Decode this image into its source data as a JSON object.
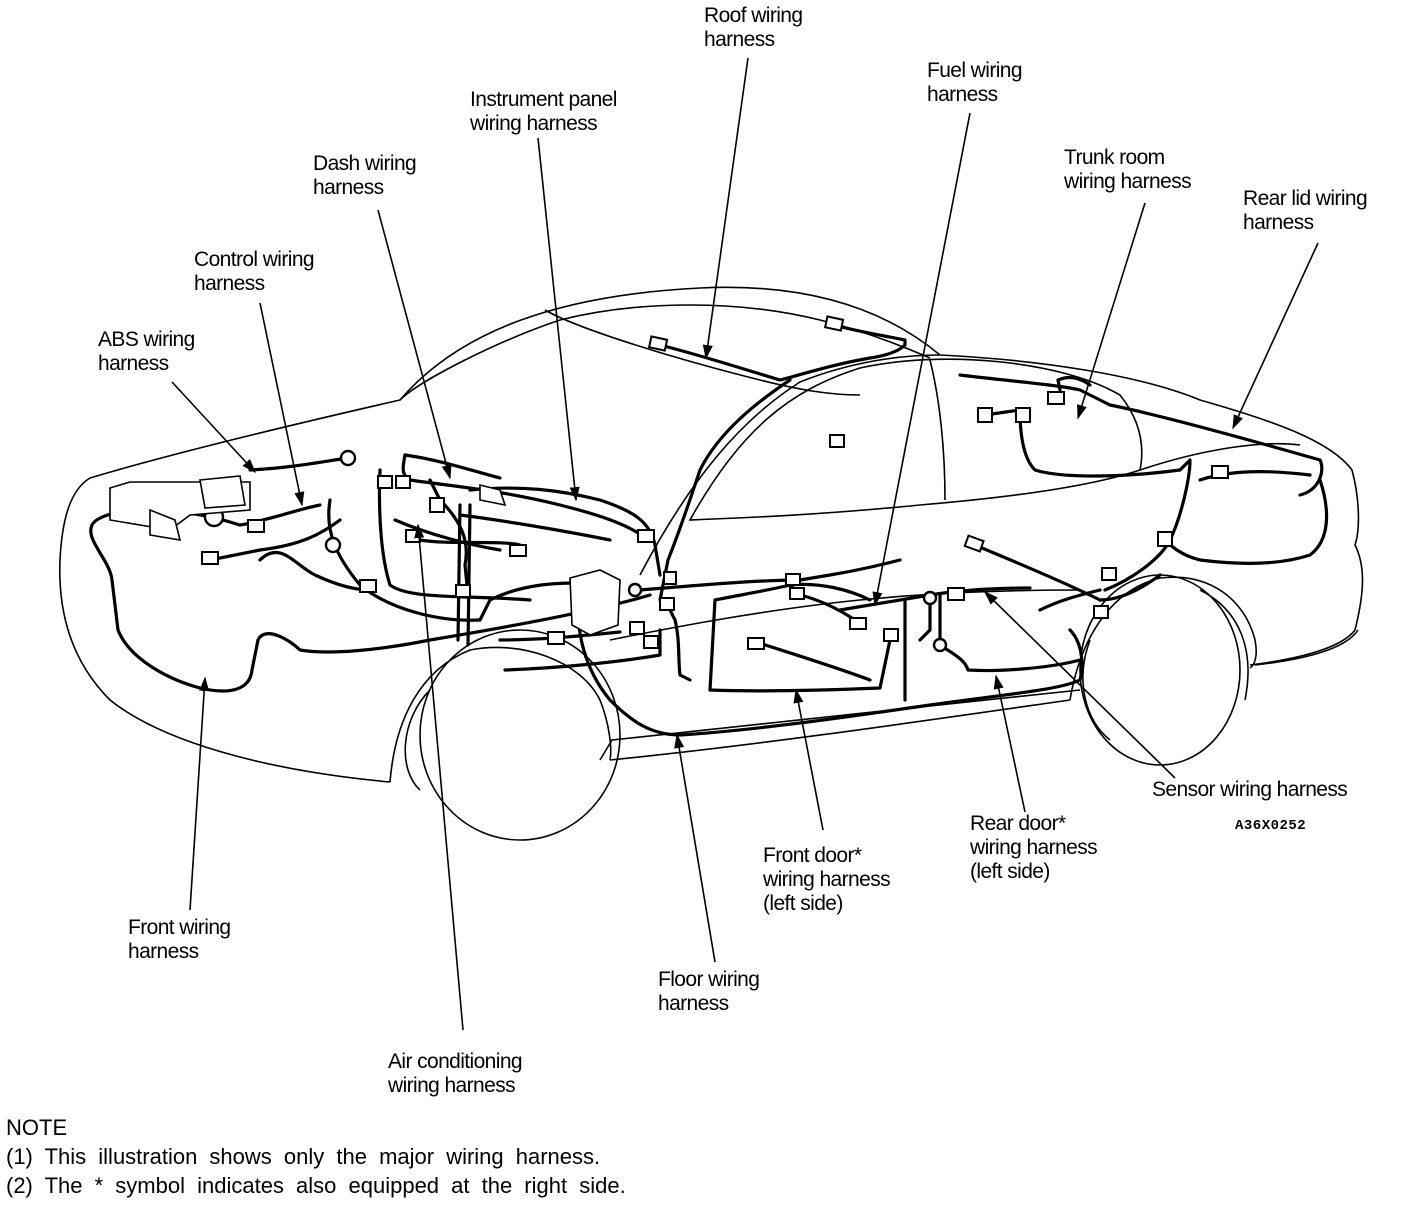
{
  "labels": {
    "roof": [
      "Roof wiring",
      "harness"
    ],
    "instrument_panel": [
      "Instrument panel",
      "wiring harness"
    ],
    "fuel": [
      "Fuel wiring",
      "harness"
    ],
    "dash": [
      "Dash wiring",
      "harness"
    ],
    "trunk_room": [
      "Trunk room",
      "wiring harness"
    ],
    "rear_lid": [
      "Rear lid wiring",
      "harness"
    ],
    "control": [
      "Control wiring",
      "harness"
    ],
    "abs": [
      "ABS wiring",
      "harness"
    ],
    "sensor": [
      "Sensor wiring harness"
    ],
    "rear_door": [
      "Rear door*",
      "wiring harness",
      "(left side)"
    ],
    "front_door": [
      "Front door*",
      "wiring harness",
      "(left side)"
    ],
    "front": [
      "Front wiring",
      "harness"
    ],
    "floor": [
      "Floor wiring",
      "harness"
    ],
    "air_conditioning": [
      "Air conditioning",
      "wiring harness"
    ]
  },
  "figure_code": "A36X0252",
  "note": {
    "heading": "NOTE",
    "lines": [
      "(1)  This illustration shows only the major wiring harness.",
      "(2)  The * symbol indicates also equipped at the right side."
    ]
  }
}
